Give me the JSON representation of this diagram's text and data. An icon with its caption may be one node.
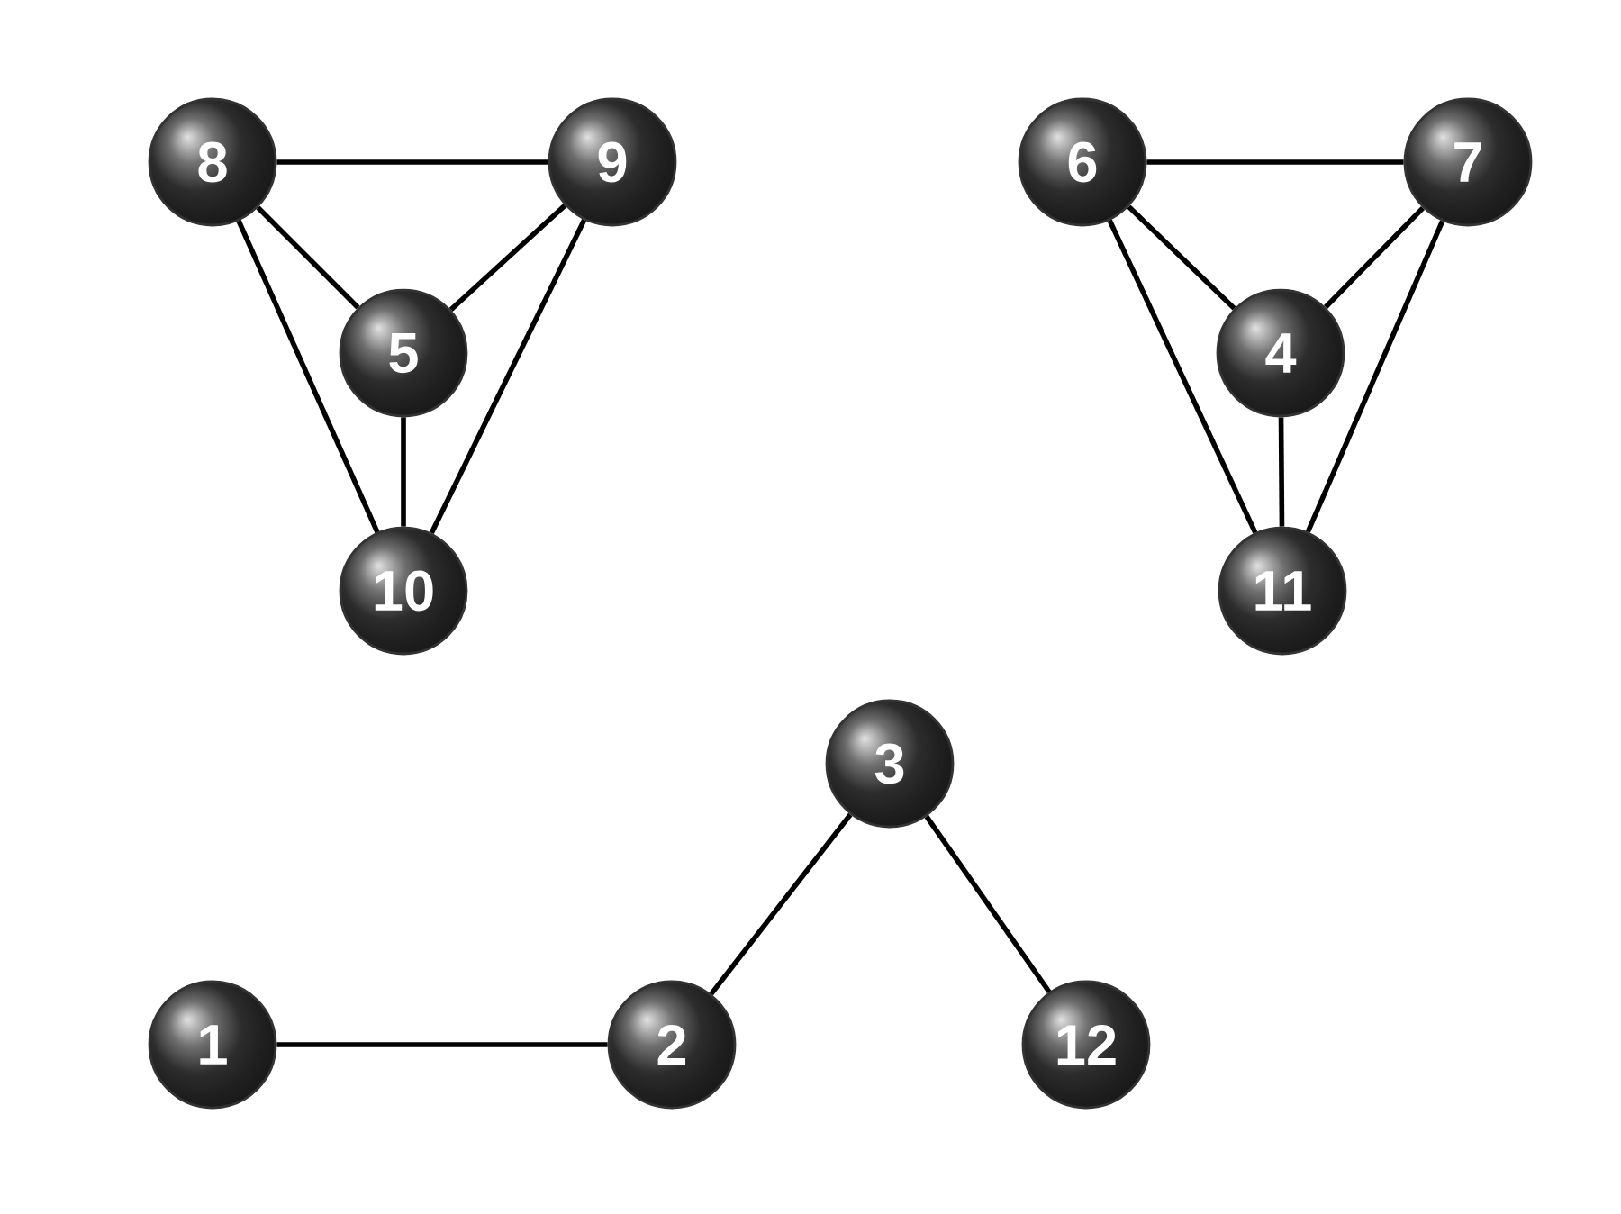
{
  "diagram": {
    "nodes": [
      {
        "text": [
          "8"
        ]
      },
      {
        "text": [
          "9"
        ]
      },
      {
        "text": [
          "6"
        ]
      },
      {
        "text": [
          "7"
        ]
      },
      {
        "text": [
          "5"
        ]
      },
      {
        "text": [
          "4"
        ]
      },
      {
        "text": [
          "10"
        ]
      },
      {
        "text": [
          "11"
        ]
      },
      {
        "text": [
          "3"
        ]
      },
      {
        "text": [
          "1"
        ]
      },
      {
        "text": [
          "2"
        ]
      },
      {
        "text": [
          "12"
        ]
      }
    ],
    "edges": [
      {
        "from": 0,
        "to": 1,
        "arrow": "none"
      },
      {
        "from": 0,
        "to": 4,
        "arrow": "none"
      },
      {
        "from": 1,
        "to": 4,
        "arrow": "none"
      },
      {
        "from": 0,
        "to": 6,
        "arrow": "none"
      },
      {
        "from": 4,
        "to": 6,
        "arrow": "none"
      },
      {
        "from": 1,
        "to": 6,
        "arrow": "none"
      },
      {
        "from": 2,
        "to": 3,
        "arrow": "none"
      },
      {
        "from": 2,
        "to": 5,
        "arrow": "none"
      },
      {
        "from": 3,
        "to": 5,
        "arrow": "none"
      },
      {
        "from": 2,
        "to": 7,
        "arrow": "none"
      },
      {
        "from": 5,
        "to": 7,
        "arrow": "none"
      },
      {
        "from": 3,
        "to": 7,
        "arrow": "none"
      },
      {
        "from": 8,
        "to": 10,
        "arrow": "none"
      },
      {
        "from": 8,
        "to": 11,
        "arrow": "none"
      },
      {
        "from": 9,
        "to": 10,
        "arrow": "none"
      }
    ]
  }
}
